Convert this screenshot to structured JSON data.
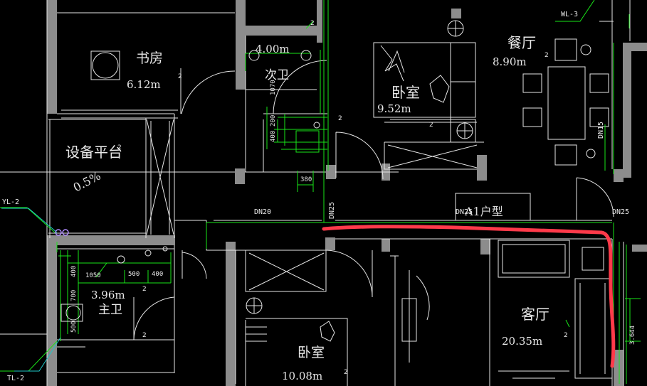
{
  "plan": {
    "rooms": [
      {
        "id": "study",
        "name": "书房",
        "area": "6.12m"
      },
      {
        "id": "wc2",
        "name": "次卫",
        "area": "4.00m"
      },
      {
        "id": "bed1",
        "name": "卧室",
        "area": "9.52m"
      },
      {
        "id": "dining",
        "name": "餐厅",
        "area": "8.90m"
      },
      {
        "id": "equip",
        "name": "设备平台",
        "area": "0.5%"
      },
      {
        "id": "master_wc",
        "name": "主卫",
        "area": "3.96m"
      },
      {
        "id": "bed2",
        "name": "卧室",
        "area": "10.08m"
      },
      {
        "id": "living",
        "name": "客厅",
        "area": "20.35m"
      }
    ],
    "unit_label": "A1户型",
    "pipe_labels": {
      "dn20": "DN20",
      "dn25_a": "DN25",
      "dn25_b": "DN25",
      "dn25_c": "DN25",
      "dn15": "DN15"
    },
    "riser_tags": {
      "yl2": "YL-2",
      "tl2": "TL-2",
      "wl3": "WL-3"
    },
    "dims": {
      "d1070": "1070",
      "d200": "200",
      "d400a": "400",
      "d380": "380",
      "d400b": "400",
      "d1050": "1050",
      "d500a": "500",
      "d400c": "400",
      "d700": "700",
      "d500b": "500",
      "d3644": "3.644"
    },
    "level_marks": [
      "2",
      "2",
      "2",
      "2",
      "2",
      "2",
      "2",
      "2",
      "2",
      "2"
    ],
    "colors": {
      "background": "#000000",
      "wall": "#8c8c8c",
      "line": "#e6e6e6",
      "pipe": "#19e619",
      "markup": "#ff3a4a",
      "leader": "#1fc7c7"
    }
  }
}
